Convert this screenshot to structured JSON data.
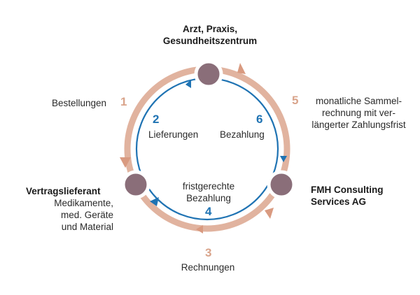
{
  "colors": {
    "outer_ring": "#e1b39f",
    "outer_arrow": "#d99a80",
    "inner_ring": "#1f73b3",
    "node_fill": "#8a6e79",
    "node_border": "#ffffff"
  },
  "nodes": {
    "top": {
      "title_line1": "Arzt, Praxis,",
      "title_line2": "Gesundheitszentrum"
    },
    "left": {
      "title": "Vertragslieferant",
      "line1": "Medikamente,",
      "line2": "med. Geräte",
      "line3": "und Material"
    },
    "right": {
      "title_line1": "FMH Consulting",
      "title_line2": "Services AG"
    }
  },
  "steps": {
    "s1": {
      "number": "1",
      "label": "Bestellungen"
    },
    "s2": {
      "number": "2",
      "label": "Lieferungen"
    },
    "s3": {
      "number": "3",
      "label": "Rechnungen"
    },
    "s4": {
      "number": "4",
      "label_line1": "fristgerechte",
      "label_line2": "Bezahlung"
    },
    "s5": {
      "number": "5",
      "label_line1": "monatliche Sammel-",
      "label_line2": "rechnung mit ver-",
      "label_line3": "längerter Zahlungsfrist"
    },
    "s6": {
      "number": "6",
      "label": "Bezahlung"
    }
  }
}
